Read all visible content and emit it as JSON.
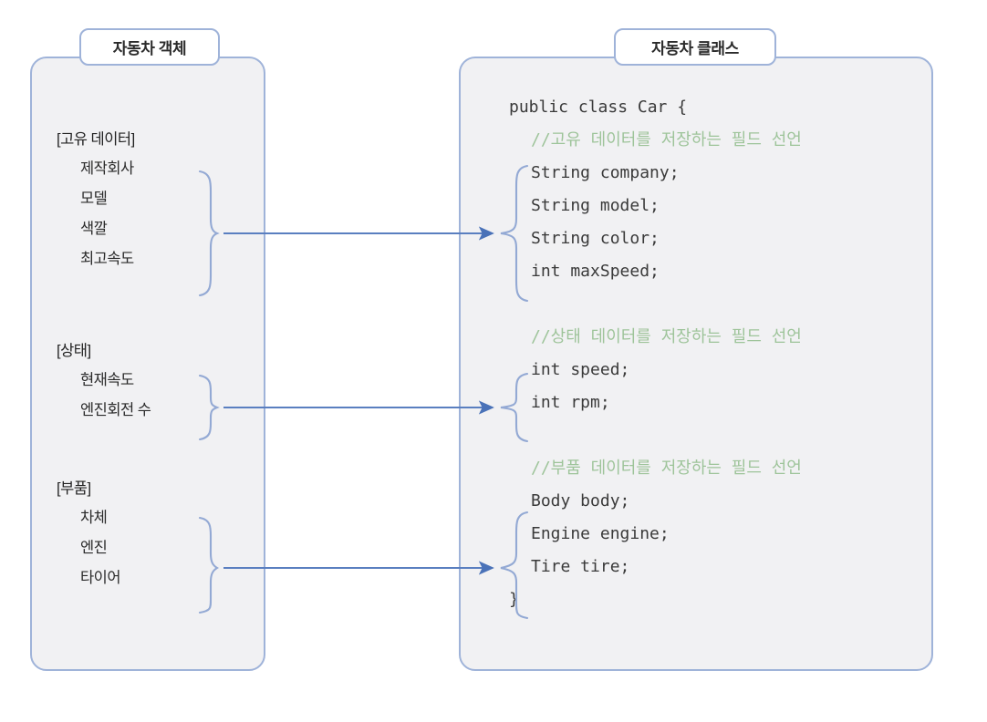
{
  "diagram": {
    "title_left": "자동차 객체",
    "title_right": "자동차 클래스"
  },
  "object_panel": {
    "groups": [
      {
        "header": "[고유 데이터]",
        "items": [
          "제작회사",
          "모델",
          "색깔",
          "최고속도"
        ]
      },
      {
        "header": "[상태]",
        "items": [
          "현재속도",
          "엔진회전 수"
        ]
      },
      {
        "header": "[부품]",
        "items": [
          "차체",
          "엔진",
          "타이어"
        ]
      }
    ]
  },
  "class_panel": {
    "code_lines": [
      {
        "text": "public class Car {",
        "kind": "code",
        "indent": false
      },
      {
        "text": "//고유 데이터를 저장하는 필드 선언",
        "kind": "comment",
        "indent": true
      },
      {
        "text": "String company;",
        "kind": "code",
        "indent": true
      },
      {
        "text": "String model;",
        "kind": "code",
        "indent": true
      },
      {
        "text": "String color;",
        "kind": "code",
        "indent": true
      },
      {
        "text": "int maxSpeed;",
        "kind": "code",
        "indent": true
      },
      {
        "text": "",
        "kind": "blank",
        "indent": false
      },
      {
        "text": "//상태 데이터를 저장하는 필드 선언",
        "kind": "comment",
        "indent": true
      },
      {
        "text": "int speed;",
        "kind": "code",
        "indent": true
      },
      {
        "text": "int rpm;",
        "kind": "code",
        "indent": true
      },
      {
        "text": "",
        "kind": "blank",
        "indent": false
      },
      {
        "text": "//부품 데이터를 저장하는 필드 선언",
        "kind": "comment",
        "indent": true
      },
      {
        "text": "Body body;",
        "kind": "code",
        "indent": true
      },
      {
        "text": "Engine engine;",
        "kind": "code",
        "indent": true
      },
      {
        "text": "Tire tire;",
        "kind": "code",
        "indent": true
      },
      {
        "text": "}",
        "kind": "code",
        "indent": false
      }
    ]
  },
  "mappings": [
    {
      "from_group": "[고유 데이터]",
      "to_fields": [
        "String company;",
        "String model;",
        "String color;",
        "int maxSpeed;"
      ]
    },
    {
      "from_group": "[상태]",
      "to_fields": [
        "int speed;",
        "int rpm;"
      ]
    },
    {
      "from_group": "[부품]",
      "to_fields": [
        "Body body;",
        "Engine engine;",
        "Tire tire;"
      ]
    }
  ],
  "colors": {
    "panel_border": "#9fb3d9",
    "panel_fill": "#f1f1f3",
    "arrow": "#5a7fc0",
    "brace": "#93a9d4",
    "comment_text": "#9ec49a",
    "code_text": "#3a3a3a",
    "background": "#ffffff"
  }
}
